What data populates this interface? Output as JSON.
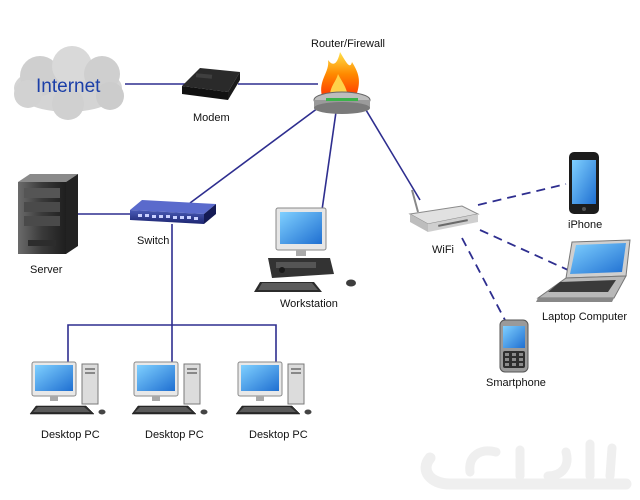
{
  "diagram": {
    "internet_label": "Internet",
    "modem_label": "Modem",
    "router_label": "Router/Firewall",
    "switch_label": "Switch",
    "server_label": "Server",
    "workstation_label": "Workstation",
    "wifi_label": "WiFi",
    "iphone_label": "iPhone",
    "laptop_label": "Laptop Computer",
    "smartphone_label": "Smartphone",
    "desktops": [
      {
        "label": "Desktop PC"
      },
      {
        "label": "Desktop PC"
      },
      {
        "label": "Desktop PC"
      }
    ],
    "watermark": "حراج"
  },
  "colors": {
    "wired_link": "#2e2e8f",
    "wireless_link": "#2e2e8f",
    "internet_text": "#1b3fa8"
  }
}
